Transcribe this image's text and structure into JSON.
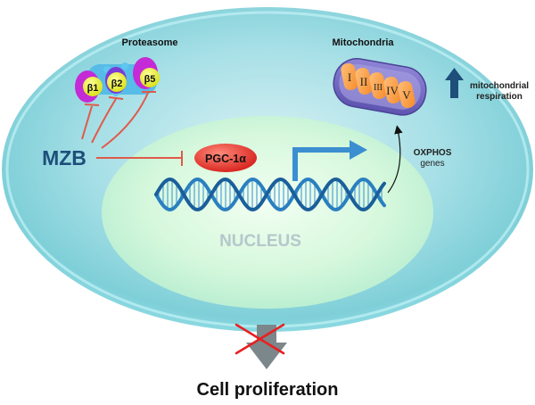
{
  "labels": {
    "proteasome": "Proteasome",
    "mitochondria": "Mitochondria",
    "drug": "MZB",
    "pgc": "PGC-1α",
    "oxphos_line1": "OXPHOS",
    "oxphos_line2": "genes",
    "respiration_line1": "mitochondrial",
    "respiration_line2": "respiration",
    "nucleus": "NUCLEUS",
    "outcome": "Cell proliferation"
  },
  "proteasome_subunits": [
    "β1",
    "β2",
    "β5"
  ],
  "complexes": [
    "I",
    "II",
    "III",
    "IV",
    "V"
  ],
  "relations": {
    "drug_inhibits": [
      "β1",
      "β2",
      "β5",
      "PGC-1α"
    ],
    "respiration_change": "increase",
    "proliferation": "blocked"
  },
  "colors": {
    "cell": "#7fd3dc",
    "nucleus": "#d8f8d8",
    "inhibition": "#e05a4a",
    "drug_text": "#1d4f7a",
    "pgc": "#e8302a",
    "dna": "#2a7fbf",
    "up_arrow": "#1d4f7a",
    "block_x": "#e82020",
    "outcome_arrow": "#7b878b"
  }
}
